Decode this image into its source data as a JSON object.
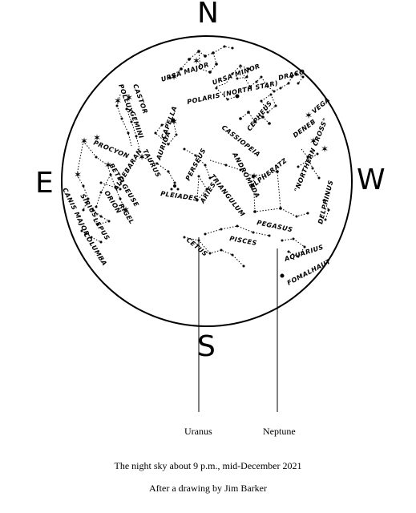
{
  "compass": {
    "north": "N",
    "south": "S",
    "east": "E",
    "west": "W"
  },
  "constellations": [
    {
      "label": "URSA MAJOR"
    },
    {
      "label": "URSA MINOR"
    },
    {
      "label": "POLARIS (NORTH STAR)"
    },
    {
      "label": "DRACO"
    },
    {
      "label": "CASTOR"
    },
    {
      "label": "POLLUX"
    },
    {
      "label": "GEMINI"
    },
    {
      "label": "CAPELLA"
    },
    {
      "label": "AURIGA"
    },
    {
      "label": "CEPHEUS"
    },
    {
      "label": "CASSIOPEIA"
    },
    {
      "label": "DENEB"
    },
    {
      "label": "VEGA"
    },
    {
      "label": "\"NORTHERN CROSS\""
    },
    {
      "label": "PROCYON"
    },
    {
      "label": "ALDEBARAN"
    },
    {
      "label": "BETELGEUSE"
    },
    {
      "label": "TAURUS"
    },
    {
      "label": "PERSEUS"
    },
    {
      "label": "ANDROMEDA"
    },
    {
      "label": "ALPHERATZ"
    },
    {
      "label": "CANIS MAJOR"
    },
    {
      "label": "SIRIUS"
    },
    {
      "label": "ORION"
    },
    {
      "label": "RIGEL"
    },
    {
      "label": "LEPUS"
    },
    {
      "label": "COLUMBA"
    },
    {
      "label": "PLEIADES"
    },
    {
      "label": "TRIANGULUM"
    },
    {
      "label": "ARIES"
    },
    {
      "label": "PEGASUS"
    },
    {
      "label": "DELPHINUS"
    },
    {
      "label": "PISCES"
    },
    {
      "label": "CETUS"
    },
    {
      "label": "AQUARIUS"
    },
    {
      "label": "FOMALHAUT"
    }
  ],
  "planets": {
    "uranus": "Uranus",
    "neptune": "Neptune"
  },
  "captions": {
    "line1": "The night sky about 9 p.m., mid-December 2021",
    "line2": "After a drawing by Jim Barker"
  }
}
